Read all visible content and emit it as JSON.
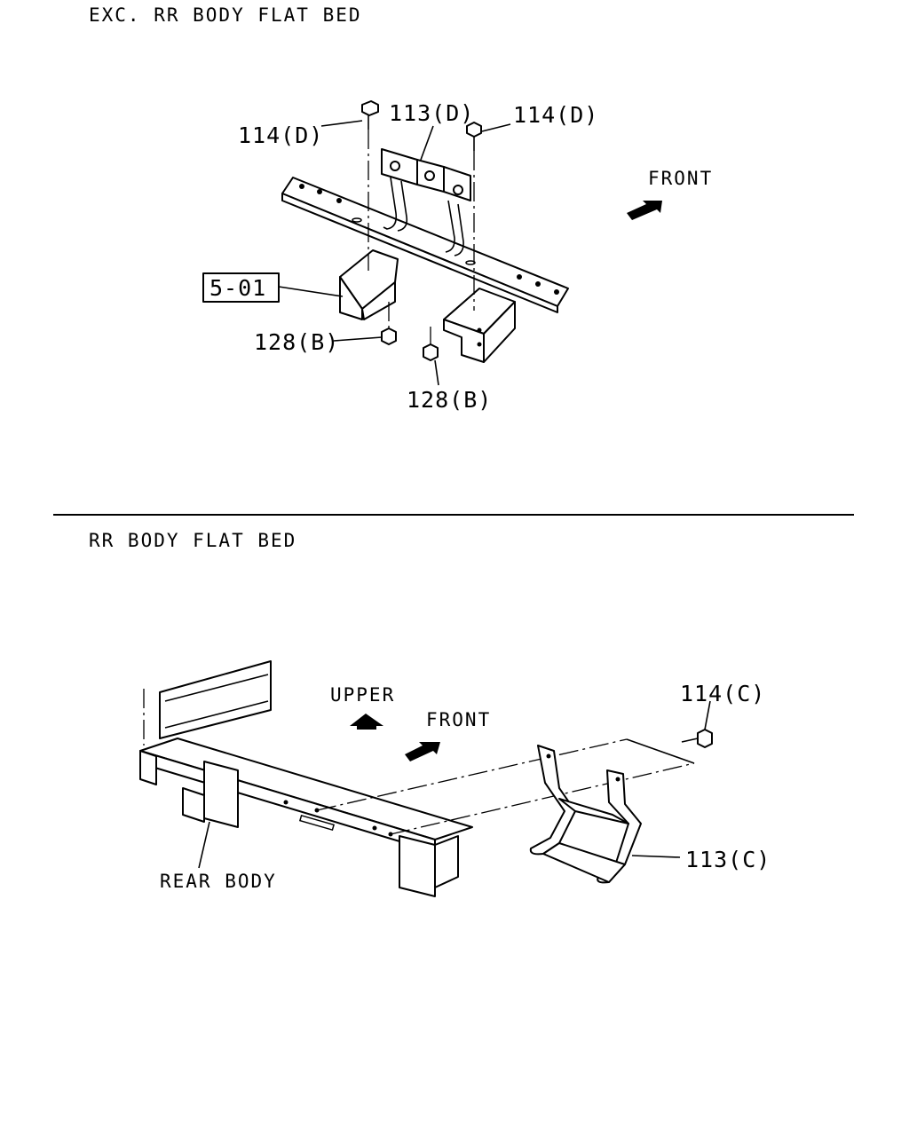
{
  "sections": {
    "top": {
      "title": "EXC. RR BODY FLAT BED"
    },
    "bottom": {
      "title": "RR BODY FLAT BED"
    }
  },
  "callouts": {
    "top_bolt_left": "114(D)",
    "top_bracket": "113(D)",
    "top_bolt_right": "114(D)",
    "top_ref_box": "5-01",
    "top_nut_left": "128(B)",
    "top_nut_right": "128(B)",
    "bottom_bolt": "114(C)",
    "bottom_bracket": "113(C)"
  },
  "direction_labels": {
    "top_front": "FRONT",
    "bottom_upper": "UPPER",
    "bottom_front": "FRONT",
    "rear_body": "REAR BODY"
  },
  "icons": {
    "front_arrow": "arrow-icon",
    "upper_arrow": "arrow-up-icon"
  },
  "colors": {
    "ink": "#000000",
    "paper": "#ffffff"
  }
}
